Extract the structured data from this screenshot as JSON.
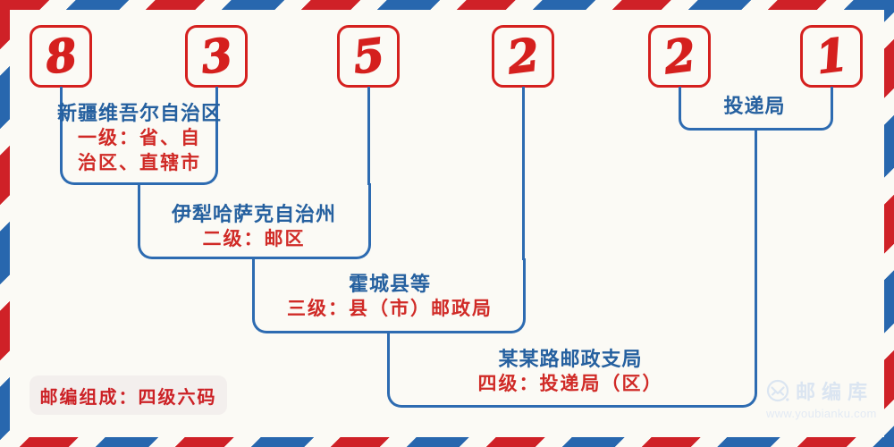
{
  "postal_code": {
    "digits": [
      "8",
      "3",
      "5",
      "2",
      "2",
      "1"
    ]
  },
  "levels": [
    {
      "name": "新疆维吾尔自治区",
      "desc": [
        "一级：省、自",
        "治区、直辖市"
      ]
    },
    {
      "name": "伊犁哈萨克自治州",
      "desc": [
        "二级：邮区"
      ]
    },
    {
      "name": "霍城县等",
      "desc": [
        "三级：县（市）邮政局"
      ]
    },
    {
      "name": "某某路邮政支局",
      "desc": [
        "四级：投递局（区）"
      ]
    },
    {
      "name": "投递局",
      "desc": []
    }
  ],
  "badge": {
    "label": "邮编组成：四级六码"
  },
  "watermark": {
    "brand": "邮编库",
    "url": "www.youbianku.com",
    "icon": "envelope-circle-icon"
  },
  "colors": {
    "stripe_red": "#cf2127",
    "stripe_blue": "#2867ae",
    "digit_red": "#d5201e",
    "line_blue": "#2d6bb1",
    "name_blue": "#25609f",
    "desc_red": "#d02a26",
    "badge_bg": "#f3efed",
    "badge_text": "#cc2125",
    "watermark_blue": "#dbe5f1",
    "background": "#fbfaf5"
  }
}
